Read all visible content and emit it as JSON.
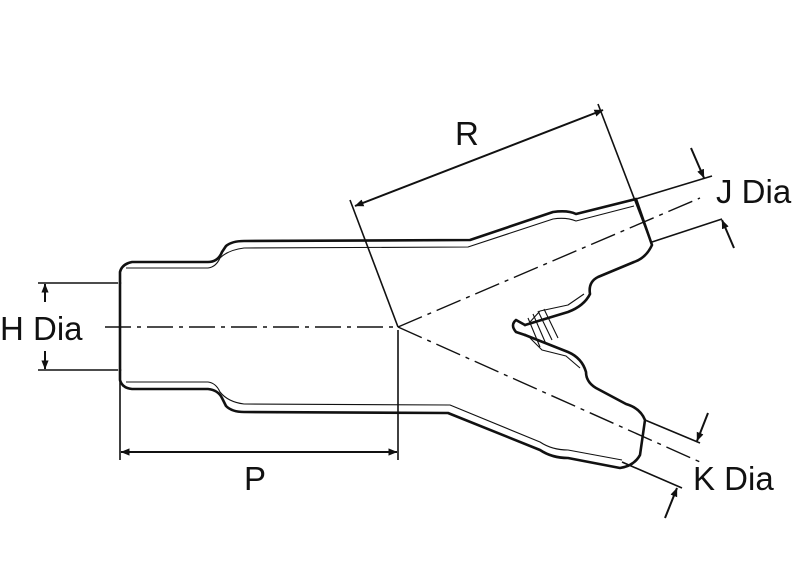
{
  "figure": {
    "type": "technical drawing",
    "subject": "wye branch fitting",
    "colors": {
      "line": "#111111",
      "background": "#ffffff"
    }
  },
  "labels": {
    "r": "R",
    "j_dia": "J Dia",
    "h_dia": "H Dia",
    "p": "P",
    "k_dia": "K Dia"
  }
}
